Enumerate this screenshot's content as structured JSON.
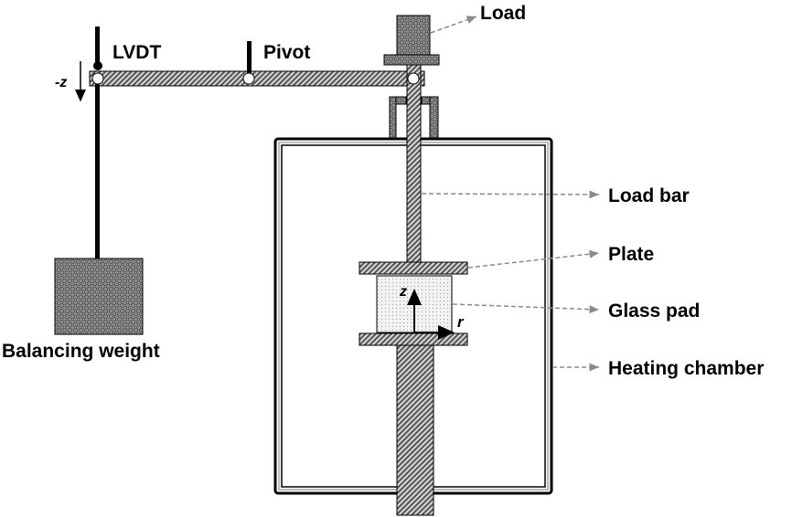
{
  "diagram": {
    "title": "Glass pad compression apparatus schematic",
    "labels": {
      "lvdt": "LVDT",
      "pivot": "Pivot",
      "load": "Load",
      "load_bar": "Load bar",
      "plate": "Plate",
      "glass_pad": "Glass pad",
      "heating_chamber": "Heating chamber",
      "balancing_weight": "Balancing weight",
      "neg_z_axis": "-z",
      "z_axis": "z",
      "r_axis": "r"
    },
    "colors": {
      "hatch_fill": "#7a7a7a",
      "weight_fill": "#6e6e6e",
      "pad_fill": "#ececec",
      "leader": "#8a8a8a",
      "outline": "#000000"
    }
  }
}
